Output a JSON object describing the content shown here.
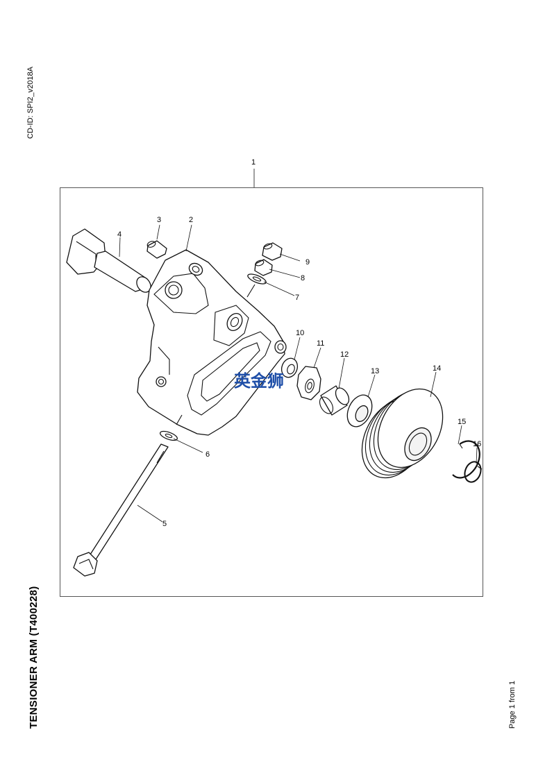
{
  "header": {
    "cd_id": "CD-ID: SPI2_v2018A"
  },
  "title": "TENSIONER ARM (T400228)",
  "footer": {
    "page": "Page 1 from 1"
  },
  "watermark": {
    "text": "英金狮",
    "color": "#1f4fa8"
  },
  "callouts": {
    "c1": "1",
    "c2": "2",
    "c3": "3",
    "c4": "4",
    "c5": "5",
    "c6": "6",
    "c7": "7",
    "c8": "8",
    "c9": "9",
    "c10": "10",
    "c11": "11",
    "c12": "12",
    "c13": "13",
    "c14": "14",
    "c15": "15",
    "c16": "16"
  }
}
